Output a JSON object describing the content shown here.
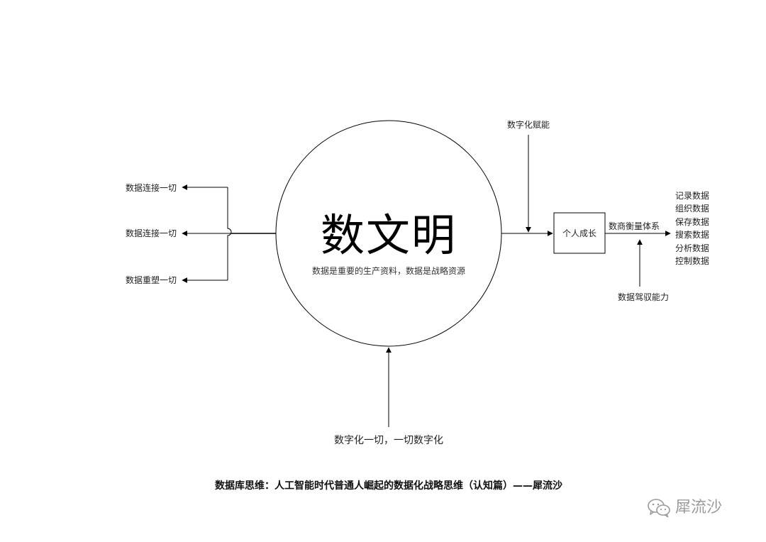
{
  "center": {
    "title": "数文明",
    "subtitle": "数据是重要的生产资料，数据是战略资源"
  },
  "left_outputs": [
    "数据连接一切",
    "数据连接一切",
    "数据重塑一切"
  ],
  "top_input": "数字化赋能",
  "bottom_input": "数字化一切，一切数字化",
  "box": {
    "label": "个人成长"
  },
  "system_label": "数商衡量体系",
  "ability_label": "数据驾驭能力",
  "data_actions": [
    "记录数据",
    "组织数据",
    "保存数据",
    "搜索数据",
    "分析数据",
    "控制数据"
  ],
  "caption": "数据库思维：人工智能时代普通人崛起的数据化战略思维（认知篇）——犀流沙",
  "watermark": {
    "text": "犀流沙",
    "icon": "wechat-icon"
  },
  "colors": {
    "line": "#000000",
    "text": "#222222",
    "watermark": "#9a9a9a"
  }
}
